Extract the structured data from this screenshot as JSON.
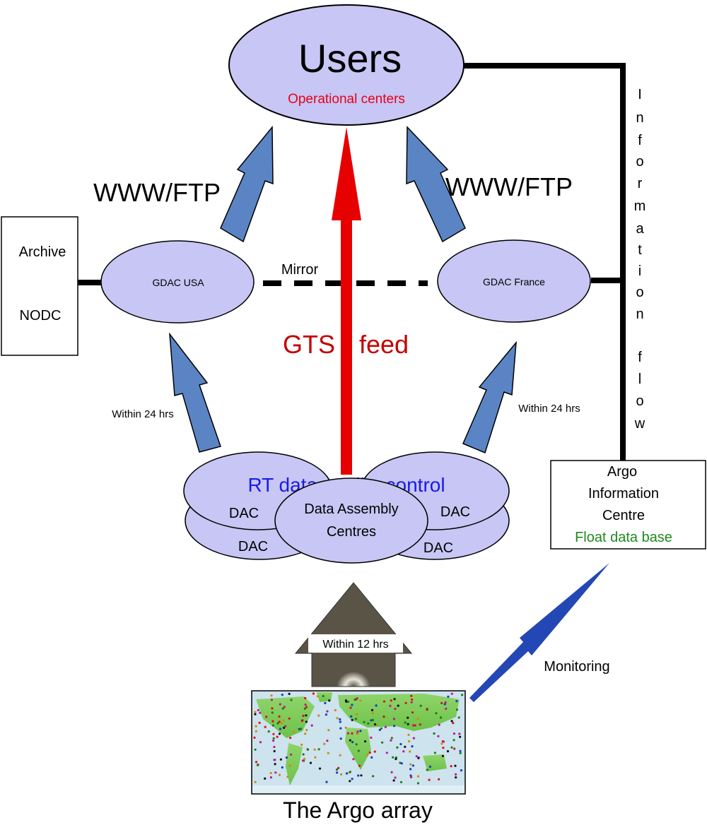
{
  "users": {
    "title": "Users",
    "subtitle": "Operational centers"
  },
  "links": {
    "www_ftp_left": "WWW/FTP",
    "www_ftp_right": "WWW/FTP",
    "mirror": "Mirror",
    "gts_left": "GTS",
    "gts_right": "feed",
    "within24_left": "Within 24 hrs",
    "within24_right": "Within 24 hrs",
    "within12": "Within 12 hrs",
    "monitoring": "Monitoring"
  },
  "gdac": {
    "usa": "GDAC USA",
    "france": "GDAC France"
  },
  "archive": {
    "line1": "Archive",
    "line2": "NODC"
  },
  "info_flow": [
    "I",
    "n",
    "f",
    "o",
    "r",
    "m",
    "a",
    "t",
    "i",
    "o",
    "n",
    "f",
    "l",
    "o",
    "w"
  ],
  "dac": {
    "rt_qc": "RT data quality control",
    "label": "DAC",
    "centre_line1": "Data Assembly",
    "centre_line2": "Centres"
  },
  "aic": {
    "line1": "Argo",
    "line2": "Information",
    "line3": "Centre",
    "line4": "Float data base"
  },
  "argo_array": "The Argo array",
  "colors": {
    "node_fill": "#c7c6f4",
    "arrow_blue": "#5b84c4",
    "arrow_monitor": "#2347b4",
    "gts_red": "#e60000",
    "gts_text": "#c40000",
    "rt_text": "#1a1ae6",
    "subtitle_red": "#e6001a",
    "float_green": "#1f8a1f"
  }
}
